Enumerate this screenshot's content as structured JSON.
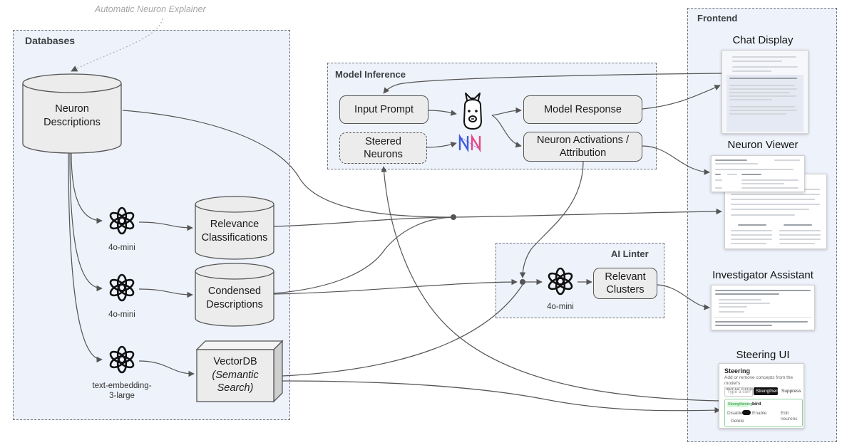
{
  "annotation": "Automatic Neuron Explainer",
  "regions": {
    "databases": "Databases",
    "model_inference": "Model Inference",
    "ai_linter": "AI Linter",
    "frontend": "Frontend"
  },
  "databases": {
    "neuron_descriptions": "Neuron\nDescriptions",
    "relevance_classifications": "Relevance\nClassifications",
    "condensed_descriptions": "Condensed\nDescriptions",
    "vectordb_name": "VectorDB",
    "vectordb_sub": "(Semantic\nSearch)"
  },
  "models": {
    "model_a": "4o-mini",
    "model_b": "4o-mini",
    "embedding": "text-embedding-\n3-large",
    "linter_model": "4o-mini"
  },
  "inference": {
    "input_prompt": "Input Prompt",
    "steered_neurons": "Steered\nNeurons",
    "model_response": "Model Response",
    "neuron_activations": "Neuron Activations /\nAttribution"
  },
  "linter": {
    "relevant_clusters": "Relevant\nClusters"
  },
  "frontend": {
    "chat_display": "Chat Display",
    "neuron_viewer": "Neuron Viewer",
    "investigator_assistant": "Investigator Assistant",
    "steering_ui": "Steering UI"
  },
  "steering_thumb": {
    "heading": "Steering",
    "subtitle": "Add or remove concepts from the model's\ninternal computation",
    "input_placeholder": "Type a con",
    "strengthen": "Strengthen",
    "suppress": "Suppress",
    "tag": "Strengthening",
    "concept": "bird",
    "disable": "Disable",
    "enable": "Enable",
    "edit_neurons": "Edit neurons",
    "delete": "Delete"
  },
  "icons": {
    "openai": "openai-logo-icon",
    "llama": "llama-icon",
    "nn": "nn-logo-icon"
  },
  "colors": {
    "region_fill": "#eef2fb",
    "box_fill": "#ececec",
    "nn_blue": "#3b5bdb",
    "nn_pink": "#e64980"
  }
}
